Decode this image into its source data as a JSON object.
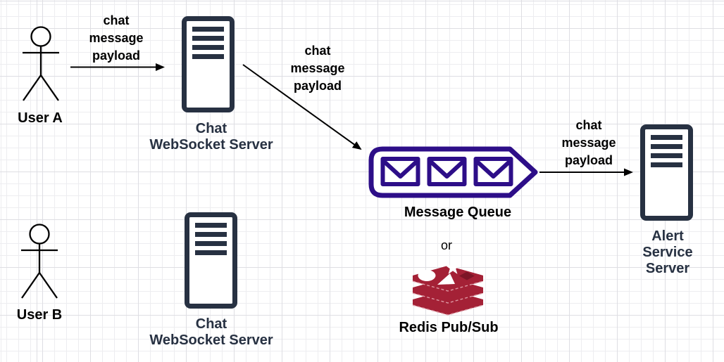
{
  "diagram": {
    "title_hint": "chat alert architecture diagram",
    "nodes": {
      "user_a": {
        "label": "User A"
      },
      "user_b": {
        "label": "User B"
      },
      "chat_ws_server_1": {
        "label": "Chat\nWebSocket Server"
      },
      "chat_ws_server_2": {
        "label": "Chat\nWebSocket Server"
      },
      "message_queue": {
        "label": "Message Queue"
      },
      "alternative": {
        "label": "or"
      },
      "redis": {
        "label": "Redis Pub/Sub"
      },
      "alert_service_server": {
        "label": "Alert Service\nServer"
      }
    },
    "edges": {
      "user_a_to_chat_server": {
        "label": "chat\nmessage\npayload"
      },
      "chat_server_to_queue": {
        "label": "chat\nmessage\npayload"
      },
      "queue_to_alert_service": {
        "label": "chat\nmessage\npayload"
      }
    },
    "colors": {
      "server_outline": "#273142",
      "server_label": "#273142",
      "queue_indigo": "#2d0e88",
      "redis_red": "#a42136",
      "redis_dark_red": "#7d1527",
      "arrow": "#000000",
      "background": "#ffffff",
      "grid_minor": "#ededf0",
      "grid_major": "#dedee3"
    }
  }
}
